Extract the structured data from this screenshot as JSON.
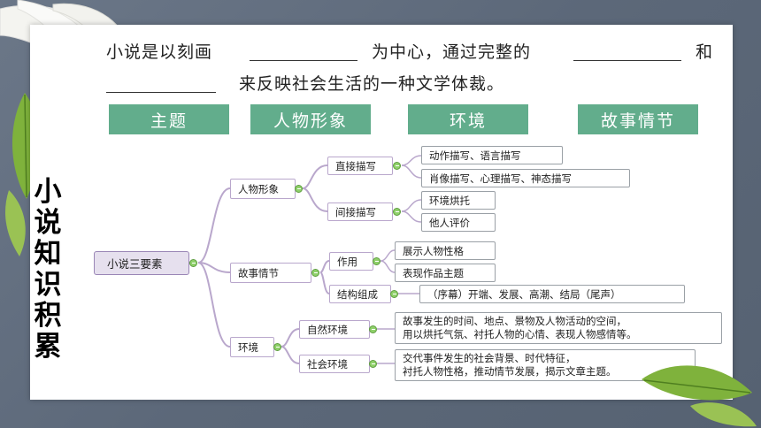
{
  "intro": {
    "line1_part1": "小说是以刻画",
    "line1_part2": "为中心，通过完整的",
    "line1_part3": "和",
    "line2_part1": "来反映社会生活的一种文学体裁。"
  },
  "buttons": [
    "主题",
    "人物形象",
    "环境",
    "故事情节"
  ],
  "side_title": [
    "小",
    "说",
    "知",
    "识",
    "积",
    "累"
  ],
  "mindmap": {
    "root": "小说三要素",
    "branches": {
      "character": {
        "label": "人物形象",
        "direct": {
          "label": "直接描写",
          "leaves": [
            "动作描写、语言描写",
            "肖像描写、心理描写、神态描写"
          ]
        },
        "indirect": {
          "label": "间接描写",
          "leaves": [
            "环境烘托",
            "他人评价"
          ]
        }
      },
      "plot": {
        "label": "故事情节",
        "function": {
          "label": "作用",
          "leaves": [
            "展示人物性格",
            "表现作品主题"
          ]
        },
        "structure": {
          "label": "结构组成",
          "leaves": [
            "（序幕）开端、发展、高潮、结局（尾声）"
          ]
        }
      },
      "setting": {
        "label": "环境",
        "natural": {
          "label": "自然环境",
          "lines": [
            "故事发生的时间、地点、景物及人物活动的空间，",
            "用以烘托气氛、衬托人物的心情、表现人物感情等。"
          ]
        },
        "social": {
          "label": "社会环境",
          "lines": [
            "交代事件发生的社会背景、时代特征，",
            "衬托人物性格，推动情节发展，揭示文章主题。"
          ]
        }
      }
    }
  },
  "colors": {
    "button_green": "#62ad8c",
    "line_purple": "#b9a7cc",
    "background": "#5f6b7c"
  }
}
